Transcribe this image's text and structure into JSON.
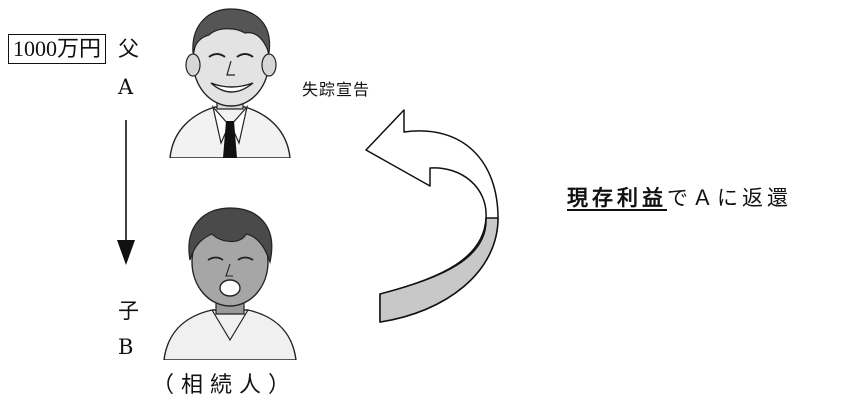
{
  "money": "1000万円",
  "father": {
    "relation": "父",
    "name": "A"
  },
  "declaration": "失踪宣告",
  "child": {
    "relation": "子",
    "name": "B"
  },
  "heir_label": "（相続人）",
  "return_note": {
    "emphasis": "現存利益",
    "rest": "でＡに返還"
  },
  "colors": {
    "arrow_fill": "#c8c8c8",
    "line": "#111111"
  },
  "icons": [
    "father-portrait",
    "son-portrait",
    "down-arrow",
    "curved-return-arrow"
  ]
}
